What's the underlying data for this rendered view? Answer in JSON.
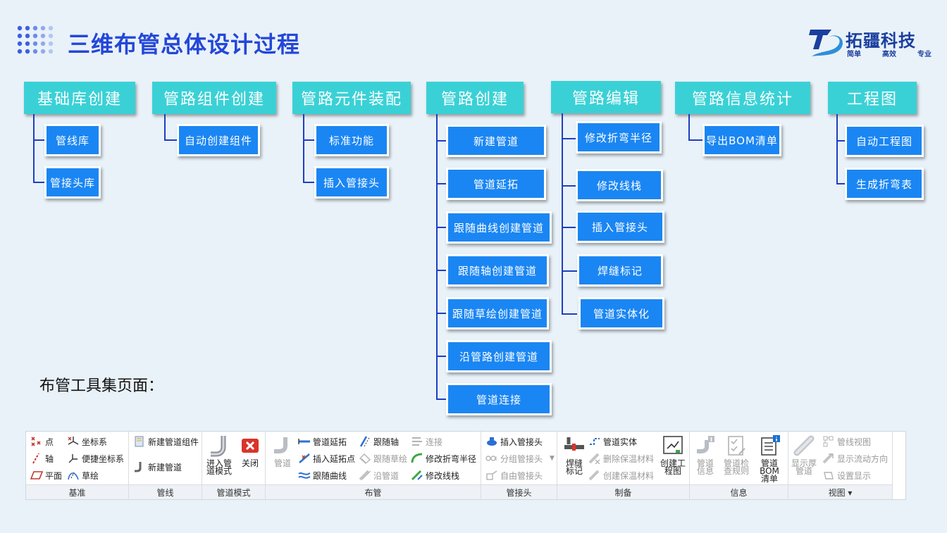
{
  "header": {
    "title": "三维布管总体设计过程",
    "logo": {
      "name": "拓疆科技",
      "slogan": [
        "简单",
        "高效",
        "专业"
      ]
    }
  },
  "diagram": {
    "columns": [
      {
        "head": "基础库创建",
        "items": [
          "管线库",
          "管接头库"
        ]
      },
      {
        "head": "管路组件创建",
        "items": [
          "自动创建组件"
        ]
      },
      {
        "head": "管路元件装配",
        "items": [
          "标准功能",
          "插入管接头"
        ]
      },
      {
        "head": "管路创建",
        "items": [
          "新建管道",
          "管道延拓",
          "跟随曲线创建管道",
          "跟随轴创建管道",
          "跟随草绘创建管道",
          "沿管路创建管道",
          "管道连接"
        ]
      },
      {
        "head": "管路编辑",
        "items": [
          "修改折弯半径",
          "修改线栈",
          "插入管接头",
          "焊缝标记",
          "管道实体化"
        ]
      },
      {
        "head": "管路信息统计",
        "items": [
          "导出BOM清单"
        ]
      },
      {
        "head": "工程图",
        "items": [
          "自动工程图",
          "生成折弯表"
        ]
      }
    ]
  },
  "caption": "布管工具集页面：",
  "toolbar": {
    "groups": [
      {
        "label": "基准",
        "items": [
          "点",
          "轴",
          "平面",
          "坐标系",
          "便捷坐标系",
          "草绘"
        ]
      },
      {
        "label": "管线",
        "items": [
          "新建管道组件",
          "新建管道"
        ]
      },
      {
        "label": "管道模式",
        "big": [
          "进入管\n道模式",
          "关闭"
        ]
      },
      {
        "label": "布管",
        "big": [
          "管道"
        ],
        "items": [
          "管道延拓",
          "插入延拓点",
          "跟随曲线",
          "跟随轴",
          "跟随草绘",
          "沿管道",
          "连接",
          "修改折弯半径",
          "修改线栈"
        ]
      },
      {
        "label": "管接头",
        "items": [
          "插入管接头",
          "分组管接头",
          "自由管接头"
        ]
      },
      {
        "label": "制备",
        "big": [
          "焊缝\n标记",
          "创建工\n程图"
        ],
        "items": [
          "管道实体",
          "删除保温材料",
          "创建保温材料"
        ]
      },
      {
        "label": "信息",
        "big": [
          "管道\n信息",
          "管道检\n查规则",
          "管道BOM\n清单"
        ]
      },
      {
        "label": "视图 ▾",
        "big": [
          "显示厚\n管道"
        ],
        "items": [
          "管线视图",
          "显示流动方向",
          "设置显示"
        ]
      }
    ]
  },
  "colors": {
    "title": "#2447d8",
    "head": "#3ad1d6",
    "box": "#1a86f3",
    "connector": "#1d3fbf",
    "background": "#e9f2f9"
  }
}
